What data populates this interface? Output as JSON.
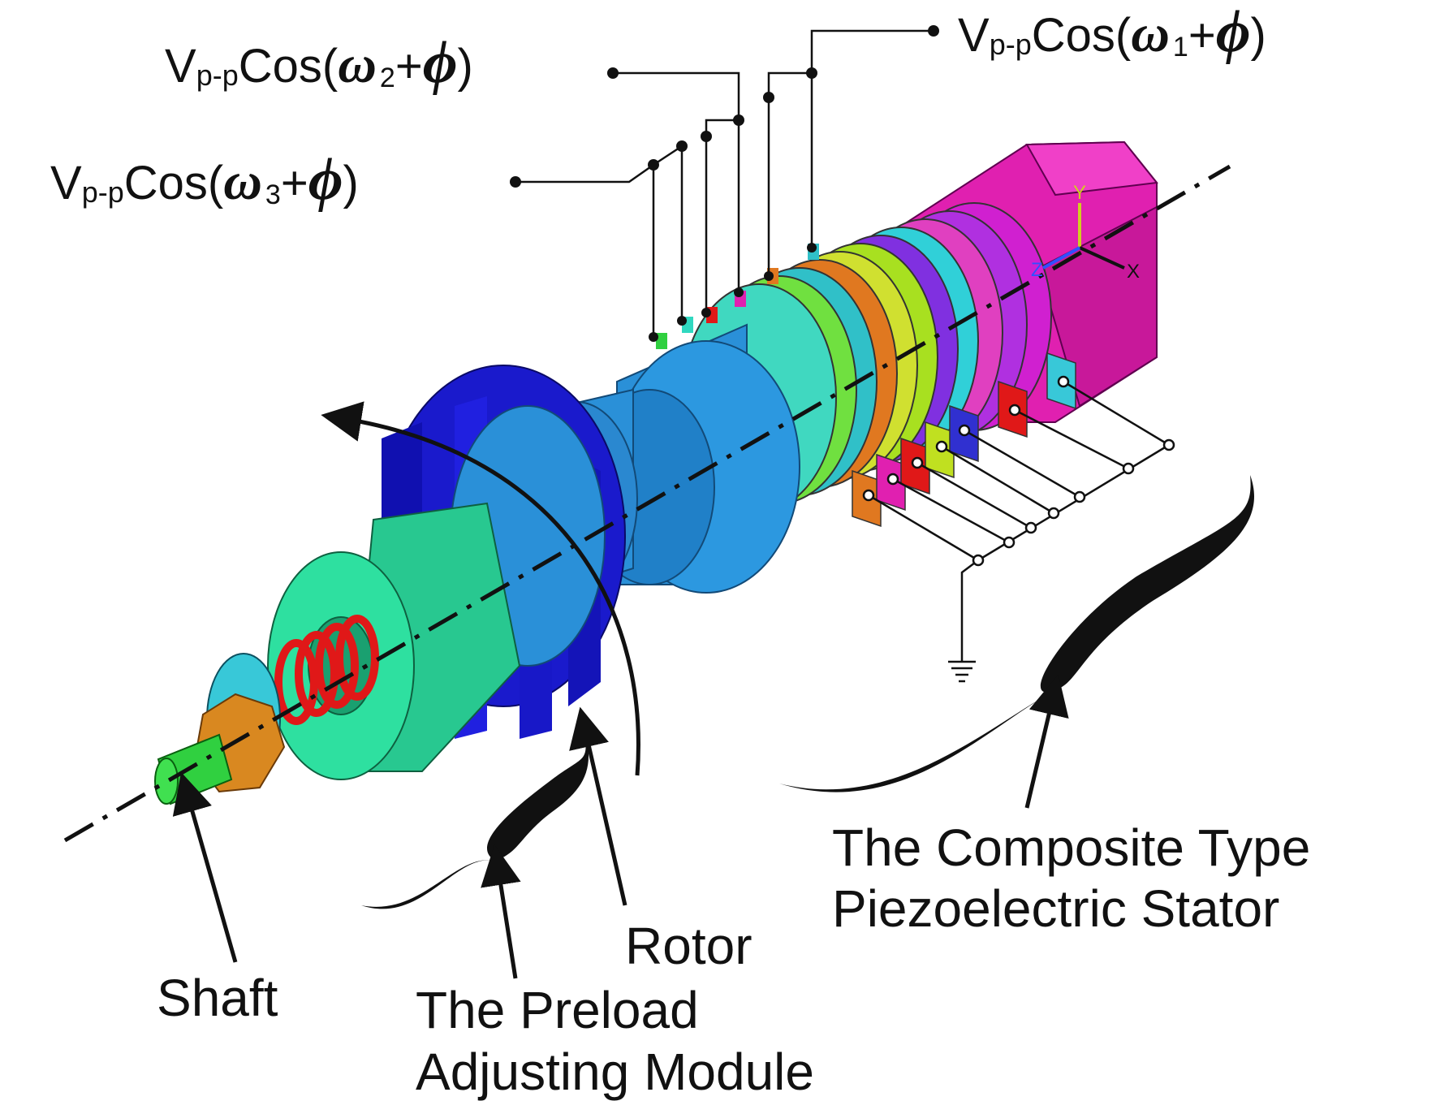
{
  "labels": {
    "shaft": "Shaft",
    "rotor": "Rotor",
    "preload_line1": "The Preload",
    "preload_line2": "Adjusting Module",
    "stator_line1": "The Composite Type",
    "stator_line2": "Piezoelectric Stator",
    "axis_x": "X",
    "axis_y": "Y",
    "axis_z": "Z"
  },
  "voltages": [
    {
      "amp": "V",
      "amp_sub": "p-p",
      "func": "Cos(",
      "omega": "ω",
      "index": "1",
      "plus": "+",
      "phi": "ϕ",
      "close": ")"
    },
    {
      "amp": "V",
      "amp_sub": "p-p",
      "func": "Cos(",
      "omega": "ω",
      "index": "2",
      "plus": "+",
      "phi": "ϕ",
      "close": ")"
    },
    {
      "amp": "V",
      "amp_sub": "p-p",
      "func": "Cos(",
      "omega": "ω",
      "index": "3",
      "plus": "+",
      "phi": "ϕ",
      "close": ")"
    }
  ],
  "colors": {
    "rotor_gear": "#1a1acc",
    "rotor_body": "#2a90d8",
    "preload_body": "#29d38f",
    "spring": "#e01818",
    "nut": "#d98820",
    "washer": "#38c8d8",
    "shaft_thread": "#30d040",
    "stator_end": "#e020b0",
    "line": "#111111"
  }
}
